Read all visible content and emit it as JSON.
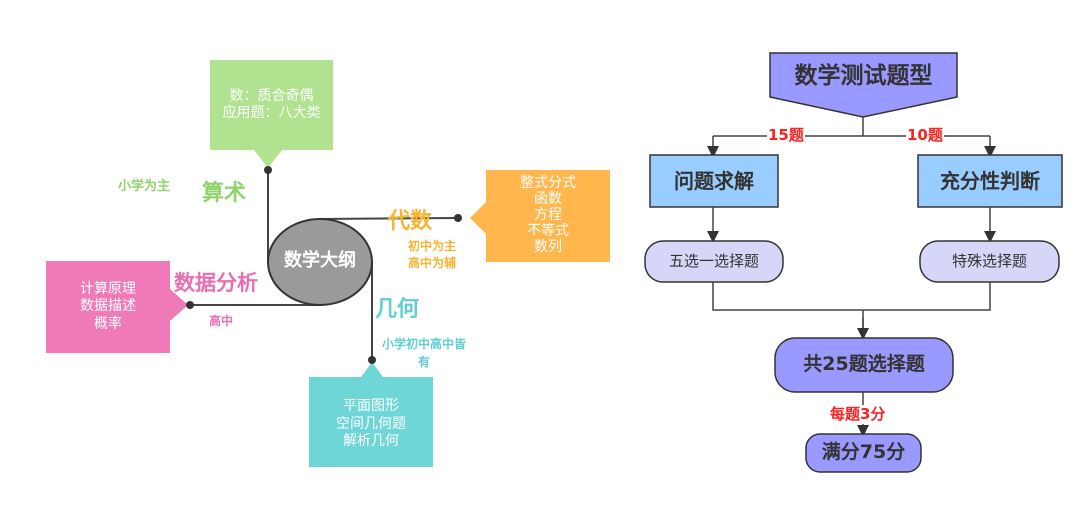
{
  "mindmap": {
    "center": "数学大纲",
    "branches": [
      {
        "key": "arithmetic",
        "title": "算术",
        "note": "小学为主",
        "items": [
          "数：质合奇偶",
          "应用题：八大类"
        ],
        "color": "#b1e28f",
        "text_color": "#8ed46a"
      },
      {
        "key": "algebra",
        "title": "代数",
        "note_lines": [
          "初中为主",
          "高中为辅"
        ],
        "items": [
          "整式分式",
          "函数",
          "方程",
          "不等式",
          "数列"
        ],
        "color": "#ffb74d",
        "text_color": "#f6b433"
      },
      {
        "key": "geometry",
        "title": "几何",
        "note_lines": [
          "小学初中高中皆",
          "有"
        ],
        "items": [
          "平面图形",
          "空间几何题",
          "解析几何"
        ],
        "color": "#6fd6d8",
        "text_color": "#63cfd2"
      },
      {
        "key": "data",
        "title": "数据分析",
        "note": "高中",
        "items": [
          "计算原理",
          "数据描述",
          "概率"
        ],
        "color": "#ef7ab7",
        "text_color": "#e86fb0"
      }
    ]
  },
  "flowchart": {
    "title": "数学测试题型",
    "left_edge": "15题",
    "right_edge": "10题",
    "left_box": "问题求解",
    "right_box": "充分性判断",
    "left_sub": "五选一选择题",
    "right_sub": "特殊选择题",
    "total": "共25题选择题",
    "per_score": "每题3分",
    "full_score": "满分75分",
    "colors": {
      "primary": "#9999ff",
      "secondary": "#99ccff",
      "light": "#d6d6f8"
    }
  }
}
